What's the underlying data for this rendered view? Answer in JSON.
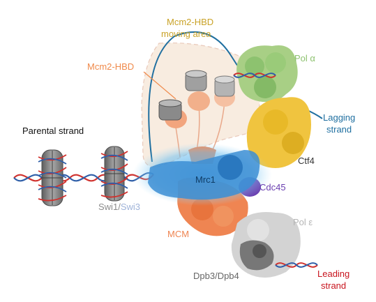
{
  "labels": {
    "mcm2_hbd_moving_line1": "Mcm2-HBD",
    "mcm2_hbd_moving_line2": "moving area",
    "pol_alpha": "Pol α",
    "mcm2_hbd": "Mcm2-HBD",
    "lagging_line1": "Lagging",
    "lagging_line2": "strand",
    "parental_strand": "Parental strand",
    "ctf4": "Ctf4",
    "mrc1": "Mrc1",
    "cdc45": "Cdc45",
    "swi1": "Swi1",
    "swi_sep": "/",
    "swi3": "Swi3",
    "mcm": "MCM",
    "pol_epsilon": "Pol ε",
    "dpb": "Dpb3/Dpb4",
    "leading_line1": "Leading",
    "leading_line2": "strand"
  },
  "colors": {
    "mcm2_moving": "#c9a227",
    "pol_alpha": "#8dc26f",
    "mcm2_hbd": "#f08a4b",
    "lagging": "#1f6fa0",
    "ctf4": "#e8b928",
    "mrc1": "#2a78bf",
    "cdc45": "#6a3fb0",
    "swi1": "#8c8c8c",
    "swi3": "#9fb3d9",
    "mcm": "#ef8552",
    "pol_epsilon": "#b5b5b5",
    "dpb": "#777777",
    "leading": "#c8141e",
    "dna_red": "#d0312d",
    "dna_blue": "#2e5ea8"
  }
}
